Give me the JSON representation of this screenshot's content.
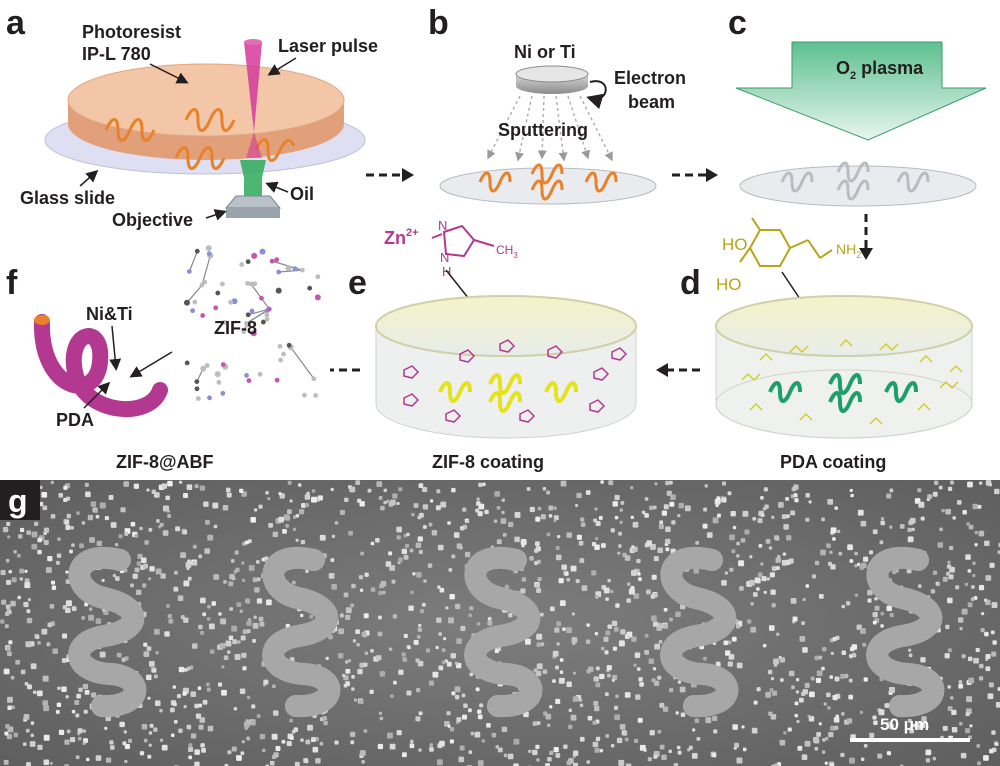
{
  "panels": {
    "a": {
      "letter": "a",
      "photoresist_line1": "Photoresist",
      "photoresist_line2": "IP-L 780",
      "laser_pulse": "Laser pulse",
      "glass_slide": "Glass slide",
      "oil": "Oil",
      "objective": "Objective"
    },
    "b": {
      "letter": "b",
      "target": "Ni or Ti",
      "electron_line1": "Electron",
      "electron_line2": "beam",
      "sputtering": "Sputtering"
    },
    "c": {
      "letter": "c",
      "plasma_o": "O",
      "plasma_sub": "2",
      "plasma_rest": " plasma"
    },
    "d": {
      "letter": "d",
      "caption": "PDA coating",
      "mol_ho1": "HO",
      "mol_ho2": "HO",
      "mol_nh": "NH",
      "mol_nh_sub": "2"
    },
    "e": {
      "letter": "e",
      "caption": "ZIF-8 coating",
      "zn": "Zn",
      "zn_charge": "2+",
      "mol_h": "H",
      "mol_n": "N",
      "mol_n2": "N",
      "mol_ch": "CH",
      "mol_ch_sub": "3"
    },
    "f": {
      "letter": "f",
      "caption": "ZIF-8@ABF",
      "nitrite": "Ni&Ti",
      "pda": "PDA",
      "zif": "ZIF-8"
    },
    "g": {
      "letter": "g",
      "scale_bar": "50 μm"
    }
  },
  "colors": {
    "helix_orange": "#e8822a",
    "helix_gray": "#b9bcc0",
    "helix_green": "#1f9e6a",
    "helix_yellow": "#e4e21c",
    "zif_magenta": "#b3388f",
    "pda_olive": "#b5a51a",
    "plasma_green": "#3fae7a",
    "laser_pink": "#d63a9b"
  }
}
